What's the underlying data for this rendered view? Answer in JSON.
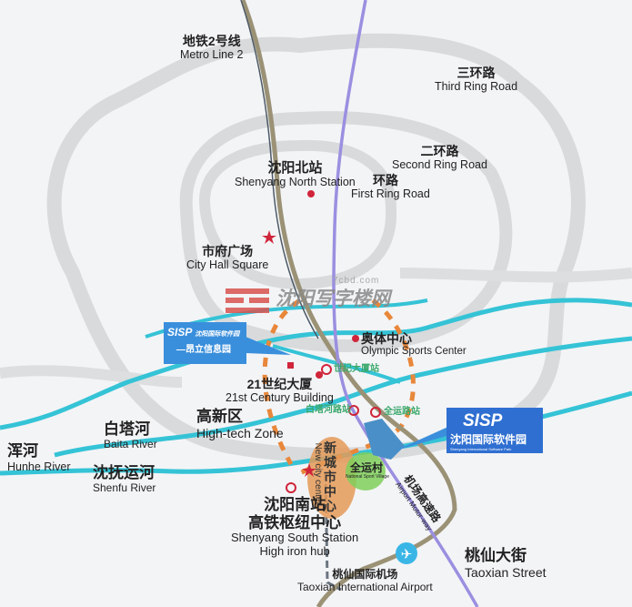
{
  "watermark": {
    "brand": "沈阳写字楼网",
    "site": "7cbd.com"
  },
  "labels": {
    "metro_line2": {
      "zh": "地铁2号线",
      "en": "Metro Line 2"
    },
    "third_ring": {
      "zh": "三环路",
      "en": "Third Ring Road"
    },
    "second_ring": {
      "zh": "二环路",
      "en": "Second Ring Road"
    },
    "first_ring": {
      "zh": "环路",
      "en": "First Ring Road"
    },
    "north_station": {
      "zh": "沈阳北站",
      "en": "Shenyang North Station"
    },
    "city_hall": {
      "zh": "市府广场",
      "en": "City Hall Square"
    },
    "olympic": {
      "zh": "奥体中心",
      "en": "Olympic Sports Center"
    },
    "century_station": "世纪大厦站",
    "century_building": {
      "zh": "21世纪大厦",
      "en": "21st Century Building"
    },
    "baitahelu_station": "白塔河路站",
    "quanyunlu_station": "全运路站",
    "hightech": {
      "zh": "高新区",
      "en": "High-tech Zone"
    },
    "baita_river": {
      "zh": "白塔河",
      "en": "Baita River"
    },
    "hunhe": {
      "zh": "浑河",
      "en": "Hunhe River"
    },
    "shenfu": {
      "zh": "沈抚运河",
      "en": "Shenfu River"
    },
    "new_city": {
      "zh": "新城市中心",
      "en": "New city center"
    },
    "sport_village": {
      "zh": "全运村",
      "en": "National Sport Village"
    },
    "airport_motorway": {
      "zh": "机场高速路",
      "en": "Airport Motor-way"
    },
    "south_station": {
      "zh1": "沈阳南站",
      "zh2": "高铁枢纽中心",
      "en1": "Shenyang South Station",
      "en2": "High iron hub"
    },
    "taoxian_street": {
      "zh": "桃仙大街",
      "en": "Taoxian Street"
    },
    "airport": {
      "zh": "桃仙国际机场",
      "en": "Taoxian International Airport"
    }
  },
  "callouts": {
    "left": {
      "logo": "SISP",
      "name": "沈阳国际软件园",
      "sub": "—昂立信息园"
    },
    "right": {
      "logo": "SISP",
      "name": "沈阳国际软件园",
      "sub": "Shenyang International Software Park"
    }
  },
  "colors": {
    "ring": "#d8dadc",
    "river": "#35c3d6",
    "metro": "#9b9276",
    "purple": "#9a8fe0",
    "orange": "#e8873a",
    "callout": "#3a8fdc"
  }
}
